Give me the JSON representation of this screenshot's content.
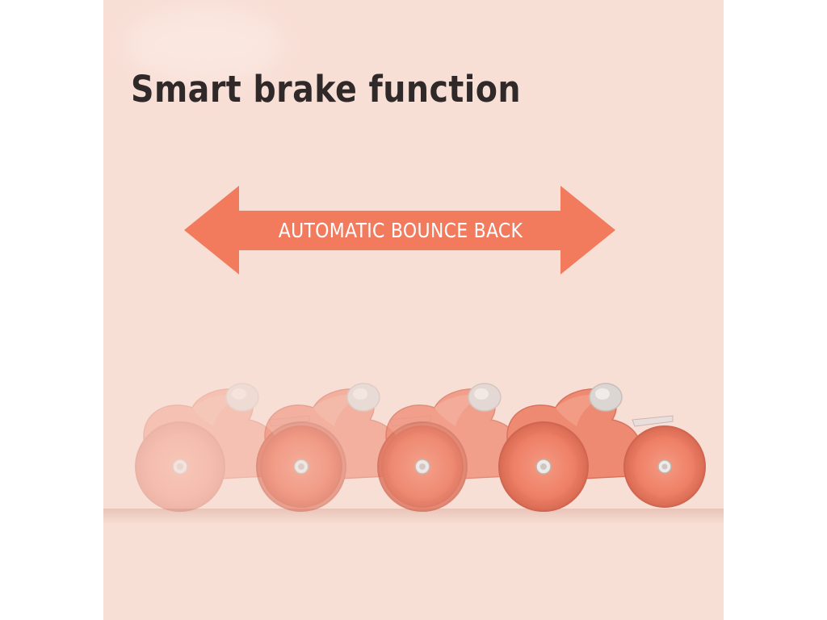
{
  "headline": "Smart brake function",
  "arrow": {
    "label": "AUTOMATIC BOUNCE BACK"
  },
  "colors": {
    "background": "#f8dfd6",
    "arrow": "#f27b5e",
    "product": "#ef8a72",
    "headline_text": "#2f2a29"
  },
  "product": {
    "icon": "ab-roller-wheel-icon",
    "count": 4
  }
}
